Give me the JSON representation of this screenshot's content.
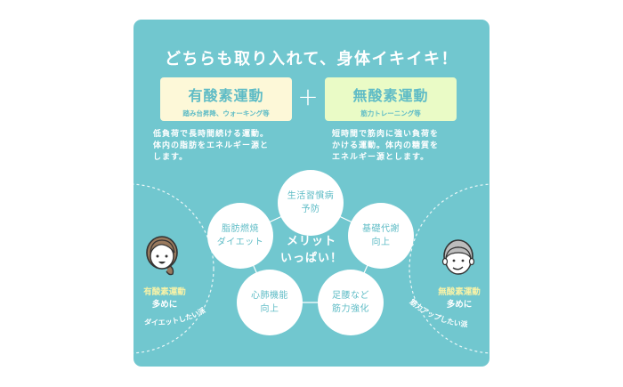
{
  "headline": "どちらも取り入れて、身体イキイキ！",
  "aerobic": {
    "title": "有酸素運動",
    "subtitle": "踏み台昇降、ウォーキング等",
    "description_lines": [
      "低負荷で長時間続ける運動。",
      "体内の脂肪をエネルギー源と",
      "します。"
    ],
    "box_color": "#fdf8d8"
  },
  "plus_symbol": "+",
  "anaerobic": {
    "title": "無酸素運動",
    "subtitle": "筋力トレーニング等",
    "description_lines": [
      "短時間で筋肉に強い負荷を",
      "かける運動。体内の糖質を",
      "エネルギー源とします。"
    ],
    "box_color": "#eafbc6"
  },
  "center": {
    "line1": "メリット",
    "line2": "いっぱい！"
  },
  "merits": [
    {
      "line1": "生活習慣病",
      "line2": "予防"
    },
    {
      "line1": "基礎代謝",
      "line2": "向上"
    },
    {
      "line1": "足腰など",
      "line2": "筋力強化"
    },
    {
      "line1": "心肺機能",
      "line2": "向上"
    },
    {
      "line1": "脂肪燃焼",
      "line2": "ダイエット"
    }
  ],
  "groups": {
    "left": {
      "highlight": "有酸素運動",
      "rest": "多めに",
      "curve_label": "ダイエットしたい派",
      "avatar": "woman-face-icon"
    },
    "right": {
      "highlight": "無酸素運動",
      "rest": "多めに",
      "curve_label": "筋力アップしたい派",
      "avatar": "older-man-face-icon"
    }
  },
  "colors": {
    "panel": "#71c7cf",
    "accent_text": "#5fbcc6",
    "highlight_text": "#f6f2a8",
    "white": "#ffffff"
  }
}
